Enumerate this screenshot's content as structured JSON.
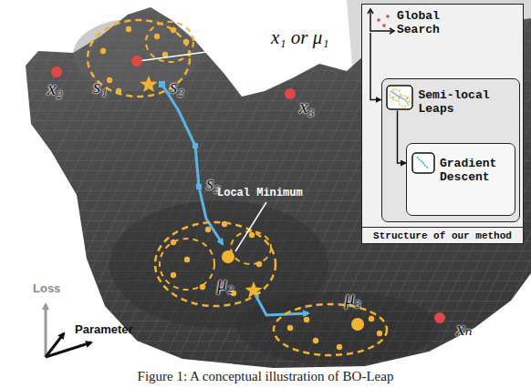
{
  "diagram": {
    "caption": "Figure 1: A conceptual illustration of BO-Leap",
    "nodes": [
      {
        "text": [
          "Global Search",
          "Structure of our method"
        ]
      },
      {
        "text": [
          "Semi-local Leaps"
        ],
        "in": 0
      },
      {
        "text": [
          "Gradient Descent"
        ],
        "in": 1
      }
    ],
    "edges": [
      {
        "from": 0,
        "to": 1,
        "arrow": "to"
      },
      {
        "from": 1,
        "to": 2,
        "arrow": "to"
      }
    ],
    "labels": [
      "x₁ or μ₁",
      "x₂",
      "x₃",
      "s₁",
      "s₂",
      "s₃",
      "Local Minimum",
      "μ₂",
      "μ₃",
      "xₙ",
      "Loss",
      "Parameter"
    ]
  }
}
